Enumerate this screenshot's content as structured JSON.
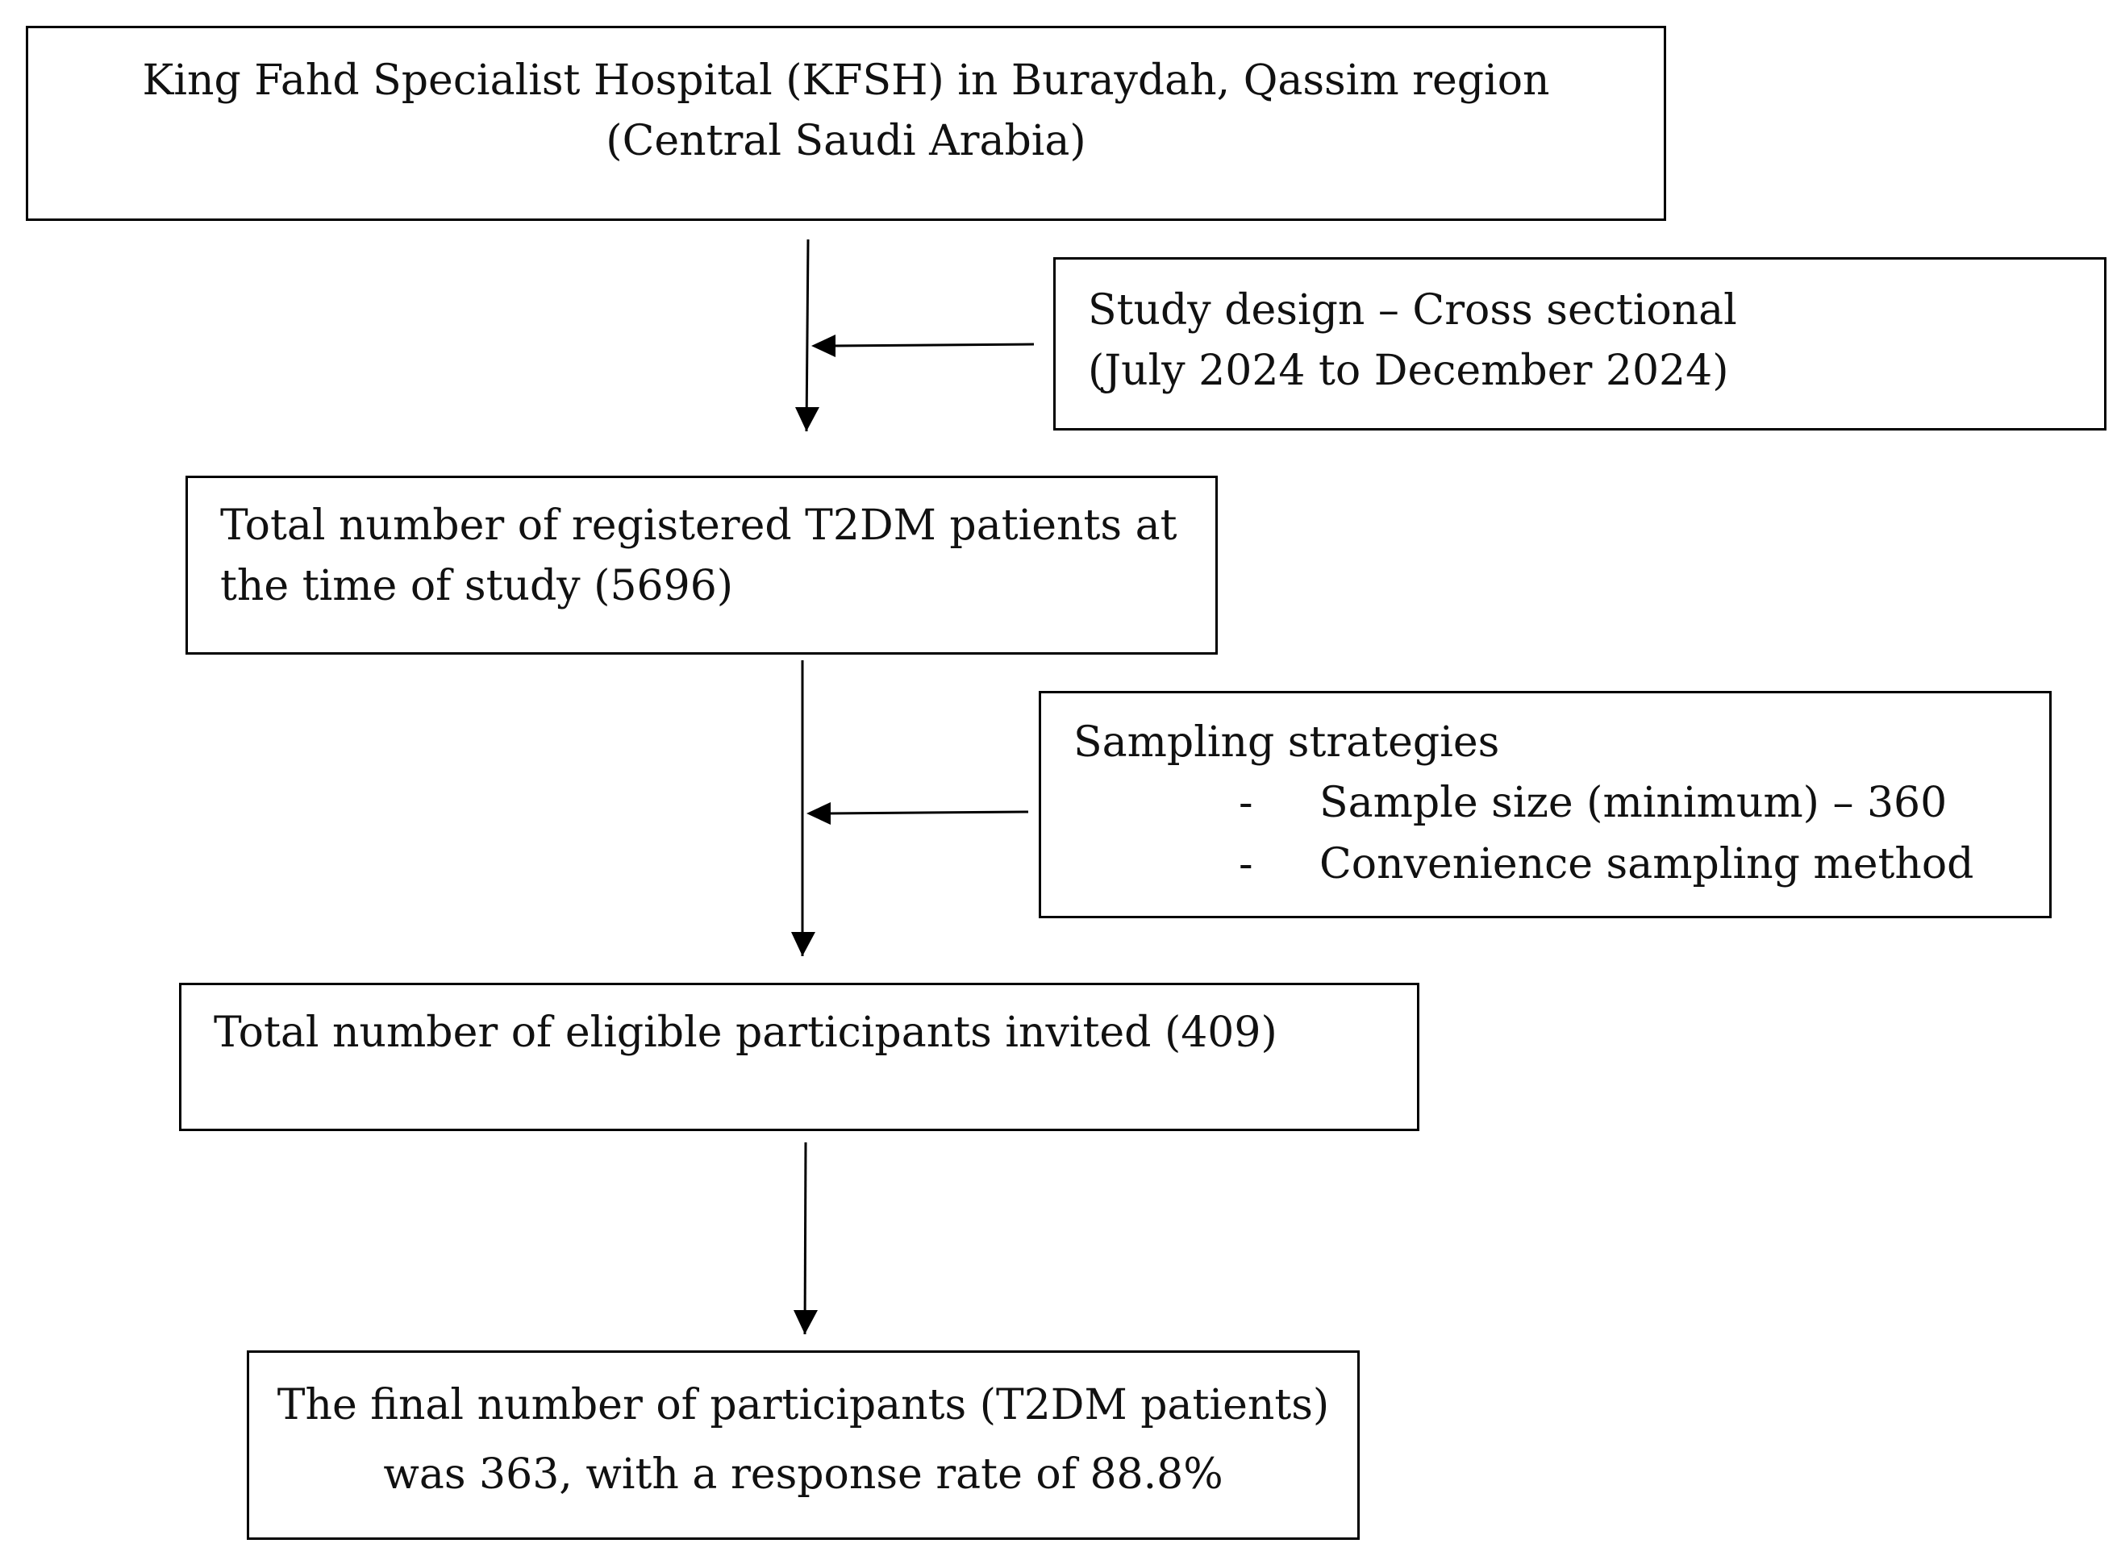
{
  "boxes": {
    "hospital": {
      "line1": "King Fahd Specialist Hospital (KFSH) in Buraydah, Qassim region",
      "line2": "(Central Saudi Arabia)"
    },
    "study_design": {
      "line1": "Study design – Cross sectional",
      "line2": "(July 2024 to December 2024)"
    },
    "registered": {
      "line1": "Total number of registered T2DM patients at",
      "line2": "the time of study (5696)"
    },
    "sampling": {
      "title": "Sampling strategies",
      "bullet_marker": "-",
      "bullets": [
        "Sample size (minimum) – 360",
        "Convenience sampling method"
      ]
    },
    "eligible": {
      "line1": "Total number of eligible participants invited (409)"
    },
    "final": {
      "line1": "The final number of participants (T2DM patients)",
      "line2": "was 363, with a response rate of 88.8%"
    }
  },
  "style": {
    "line_color": "#000000",
    "text_color": "#111111",
    "background": "#ffffff"
  }
}
